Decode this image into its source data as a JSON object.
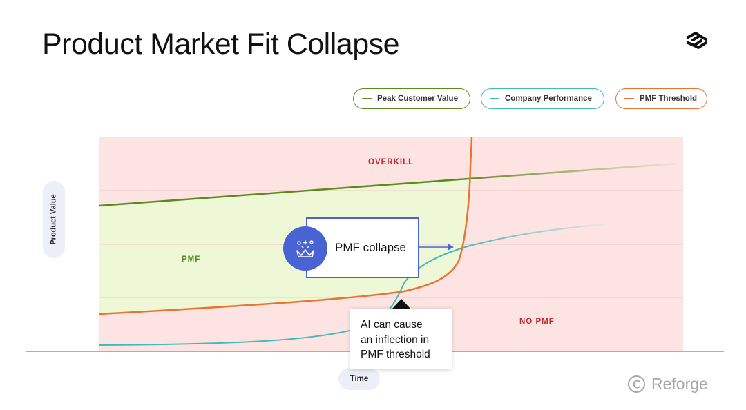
{
  "slide": {
    "title": "Product Market Fit Collapse",
    "brand_name": "Reforge"
  },
  "legend": [
    {
      "label": "Peak Customer Value",
      "color": "#5d8a1c"
    },
    {
      "label": "Company Performance",
      "color": "#3fbcb8"
    },
    {
      "label": "PMF Threshold",
      "color": "#e8742e"
    }
  ],
  "axes": {
    "y_label": "Product Value",
    "x_label": "Time"
  },
  "zones": {
    "overkill": "OVERKILL",
    "pmf": "PMF",
    "no_pmf": "NO PMF"
  },
  "annotations": {
    "collapse_label": "PMF collapse",
    "callout_lines": [
      "AI can cause",
      "an inflection in",
      "PMF threshold"
    ]
  },
  "icons": {
    "collapse": "crown-burst-icon",
    "logo": "reforge-logo-icon",
    "brand": "reforge-mark-icon"
  },
  "colors": {
    "background_zone": "#fde3e2",
    "pmf_zone": "#eef7d6",
    "accent_blue": "#4a63d4",
    "baseline": "#7f8ee6",
    "overkill_text": "#c1272d",
    "pmf_text": "#5d8a1c"
  }
}
